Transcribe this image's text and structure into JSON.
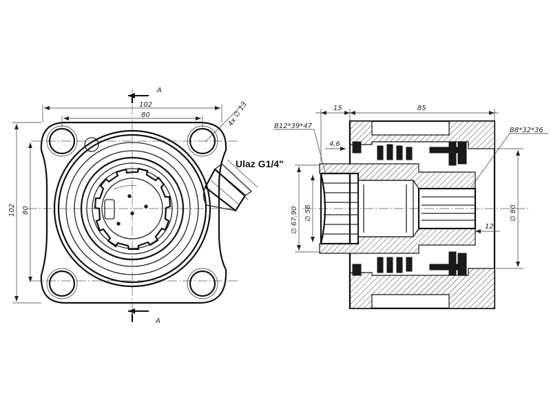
{
  "front_view": {
    "section_label_top": "A",
    "section_label_bottom": "A",
    "dim_outer_width": "102",
    "dim_hole_spacing": "80",
    "dim_outer_height": "102",
    "dim_hole_spacing_vertical": "80",
    "dim_holes": "4x ∅ 13",
    "port_callout": "Ulaz G1/4\""
  },
  "section_view": {
    "dim_flange_length": "15",
    "dim_body_length": "85",
    "dim_spline_left": "B12*39*47",
    "dim_spline_right": "B8*32*36",
    "dim_offset": "4,6",
    "dim_diameter_outer": "∅ 67,90",
    "dim_diameter_inner": "∅ 56",
    "dim_diameter_body": "∅ 80",
    "dim_shaft_end": "12"
  },
  "colors": {
    "line": "#111111",
    "background": "#ffffff"
  }
}
